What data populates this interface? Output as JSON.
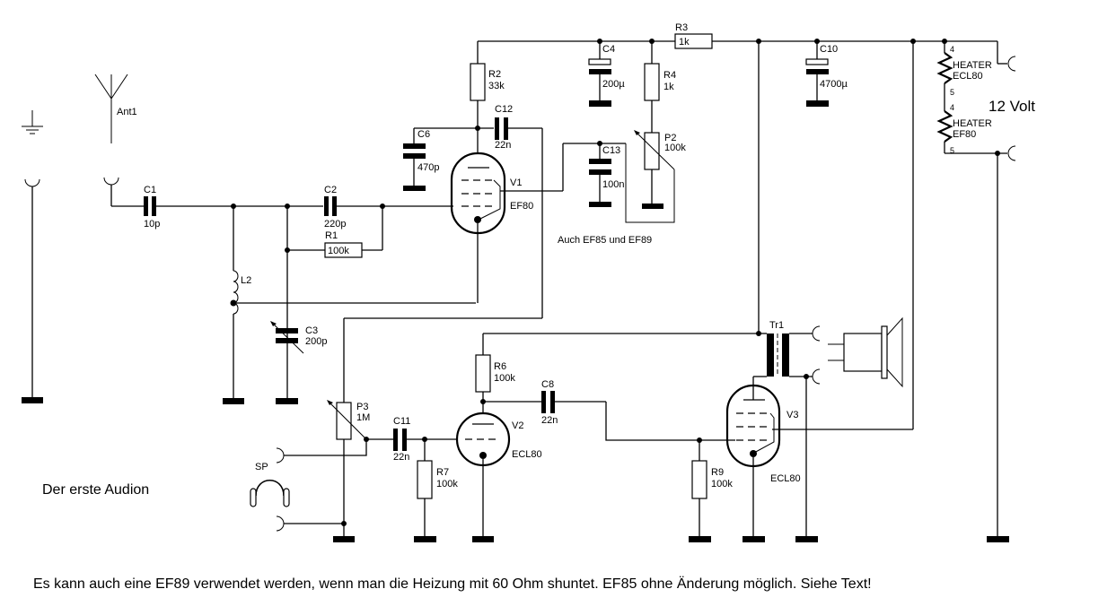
{
  "title": "Der erste Audion",
  "supply_label": "12 Volt",
  "alt_tubes_note": "Auch EF85 und EF89",
  "footer_note": "Es kann auch eine EF89 verwendet werden, wenn man die Heizung mit 60 Ohm shuntet. EF85 ohne Änderung möglich. Siehe Text!",
  "components": {
    "ant1": {
      "ref": "Ant1"
    },
    "c1": {
      "ref": "C1",
      "value": "10p"
    },
    "c2": {
      "ref": "C2",
      "value": "220p"
    },
    "r1": {
      "ref": "R1",
      "value": "100k"
    },
    "l2": {
      "ref": "L2"
    },
    "c3": {
      "ref": "C3",
      "value": "200p"
    },
    "c6": {
      "ref": "C6",
      "value": "470p"
    },
    "r2": {
      "ref": "R2",
      "value": "33k"
    },
    "c12": {
      "ref": "C12",
      "value": "22n"
    },
    "v1": {
      "ref": "V1",
      "value": "EF80"
    },
    "c4": {
      "ref": "C4",
      "value": "200µ"
    },
    "r3": {
      "ref": "R3",
      "value": "1k"
    },
    "r4": {
      "ref": "R4",
      "value": "1k"
    },
    "p2": {
      "ref": "P2",
      "value": "100k"
    },
    "c13": {
      "ref": "C13",
      "value": "100n"
    },
    "c10": {
      "ref": "C10",
      "value": "4700µ"
    },
    "heater1": {
      "label": "HEATER",
      "value": "ECL80",
      "pin_top": "4",
      "pin_bottom": "5"
    },
    "heater2": {
      "label": "HEATER",
      "value": "EF80",
      "pin_top": "4",
      "pin_bottom": "5"
    },
    "p3": {
      "ref": "P3",
      "value": "1M"
    },
    "c11": {
      "ref": "C11",
      "value": "22n"
    },
    "r7": {
      "ref": "R7",
      "value": "100k"
    },
    "r6": {
      "ref": "R6",
      "value": "100k"
    },
    "v2": {
      "ref": "V2",
      "value": "ECL80"
    },
    "c8": {
      "ref": "C8",
      "value": "22n"
    },
    "r9": {
      "ref": "R9",
      "value": "100k"
    },
    "v3": {
      "ref": "V3",
      "value": "ECL80"
    },
    "tr1": {
      "ref": "Tr1"
    },
    "sp": {
      "ref": "SP"
    }
  }
}
